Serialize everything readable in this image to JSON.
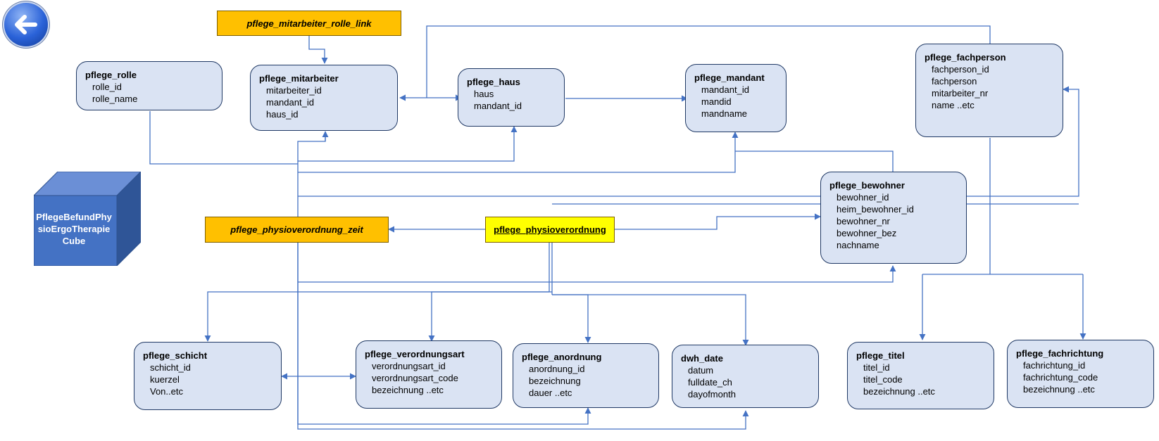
{
  "back_button": {
    "icon": "arrow-left-icon"
  },
  "cube": {
    "label": "PflegeBefundPhysioErgoTherapieCube",
    "color": "#4472c4"
  },
  "highlight_labels": {
    "mitarbeiter_rolle_link": "pflege_mitarbeiter_rolle_link",
    "physioverordnung_zeit": "pflege_physioverordnung_zeit",
    "physioverordnung": "pflege_physioverordnung"
  },
  "tables": {
    "rolle": {
      "title": "pflege_rolle",
      "fields": [
        "rolle_id",
        "rolle_name"
      ]
    },
    "mitarbeiter": {
      "title": "pflege_mitarbeiter",
      "fields": [
        "mitarbeiter_id",
        "mandant_id",
        "haus_id"
      ]
    },
    "haus": {
      "title": "pflege_haus",
      "fields": [
        "haus",
        "mandant_id"
      ]
    },
    "mandant": {
      "title": "pflege_mandant",
      "fields": [
        "mandant_id",
        "mandid",
        "mandname"
      ]
    },
    "fachperson": {
      "title": "pflege_fachperson",
      "fields": [
        "fachperson_id",
        "fachperson",
        "mitarbeiter_nr",
        "name ..etc"
      ]
    },
    "bewohner": {
      "title": "pflege_bewohner",
      "fields": [
        "bewohner_id",
        "heim_bewohner_id",
        "bewohner_nr",
        "bewohner_bez",
        "nachname"
      ]
    },
    "schicht": {
      "title": "pflege_schicht",
      "fields": [
        "schicht_id",
        "kuerzel",
        "Von..etc"
      ]
    },
    "verordnungsart": {
      "title": "pflege_verordnungsart",
      "fields": [
        "verordnungsart_id",
        "verordnungsart_code",
        "bezeichnung  ..etc"
      ]
    },
    "anordnung": {
      "title": "pflege_anordnung",
      "fields": [
        "anordnung_id",
        "bezeichnung",
        "dauer ..etc"
      ]
    },
    "dwh_date": {
      "title": "dwh_date",
      "fields": [
        "datum",
        "fulldate_ch",
        "dayofmonth"
      ]
    },
    "titel": {
      "title": "pflege_titel",
      "fields": [
        "titel_id",
        "titel_code",
        "bezeichnung  ..etc"
      ]
    },
    "fachrichtung": {
      "title": "pflege_fachrichtung",
      "fields": [
        "fachrichtung_id",
        "fachrichtung_code",
        "bezeichnung  ..etc"
      ]
    }
  },
  "colors": {
    "line": "#4472c4",
    "box_fill": "#dae3f3",
    "box_border": "#1f3864",
    "orange": "#ffc000",
    "yellow": "#ffff00"
  }
}
